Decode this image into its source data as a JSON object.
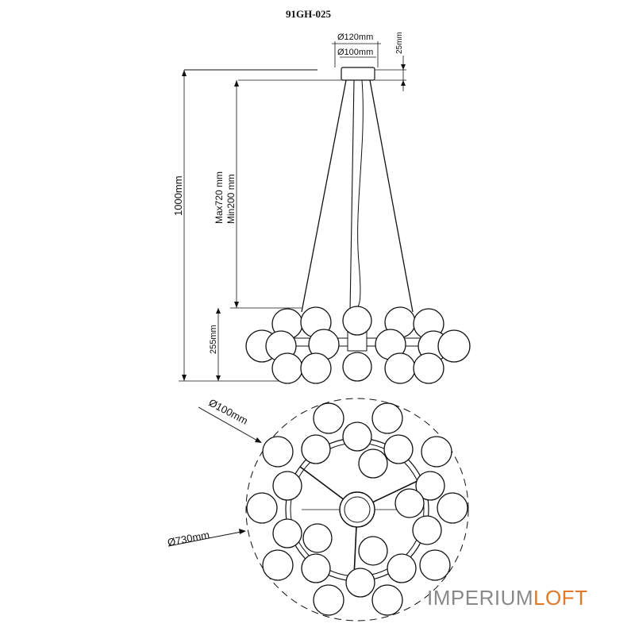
{
  "drawing": {
    "model_code": "91GH-025",
    "dims": {
      "canopy_outer": "Ø120mm",
      "canopy_inner": "Ø100mm",
      "canopy_height": "25mm",
      "total_height": "1000mm",
      "cable_max": "Max720 mm",
      "cable_min": "Min200 mm",
      "body_height": "255mm",
      "globe_diameter": "Ø100mm",
      "fixture_diameter": "Ø730mm"
    }
  },
  "brand": {
    "part1": "IMPERIUM",
    "part2": "LOFT",
    "color1": "#8a8a8a",
    "color2": "#e07a2a"
  }
}
